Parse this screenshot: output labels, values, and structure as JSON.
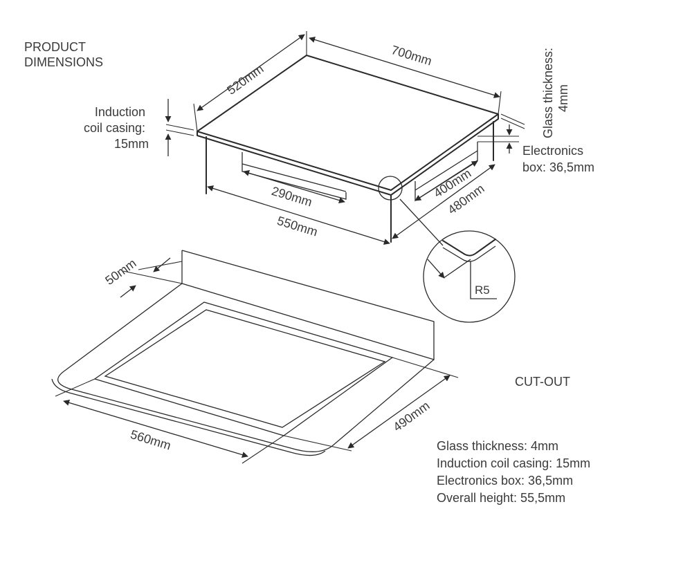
{
  "product_dimensions": {
    "heading": [
      "PRODUCT",
      "DIMENSIONS"
    ],
    "depth": "520mm",
    "width": "700mm",
    "glass_thickness": [
      "Glass thickness:",
      "4mm"
    ],
    "induction_coil_casing": [
      "Induction",
      "coil casing:",
      "15mm"
    ],
    "electronics_box": [
      "Electronics",
      "box: 36,5mm"
    ],
    "bottom_width_inner": "290mm",
    "bottom_width": "550mm",
    "bottom_depth_inner": "400mm",
    "bottom_depth": "480mm",
    "corner_radius": "R5"
  },
  "cut_out": {
    "heading": "CUT-OUT",
    "back_clearance": "50mm",
    "width": "560mm",
    "depth": "490mm"
  },
  "specs": [
    "Glass thickness: 4mm",
    "Induction coil casing: 15mm",
    "Electronics box: 36,5mm",
    "Overall height: 55,5mm"
  ]
}
